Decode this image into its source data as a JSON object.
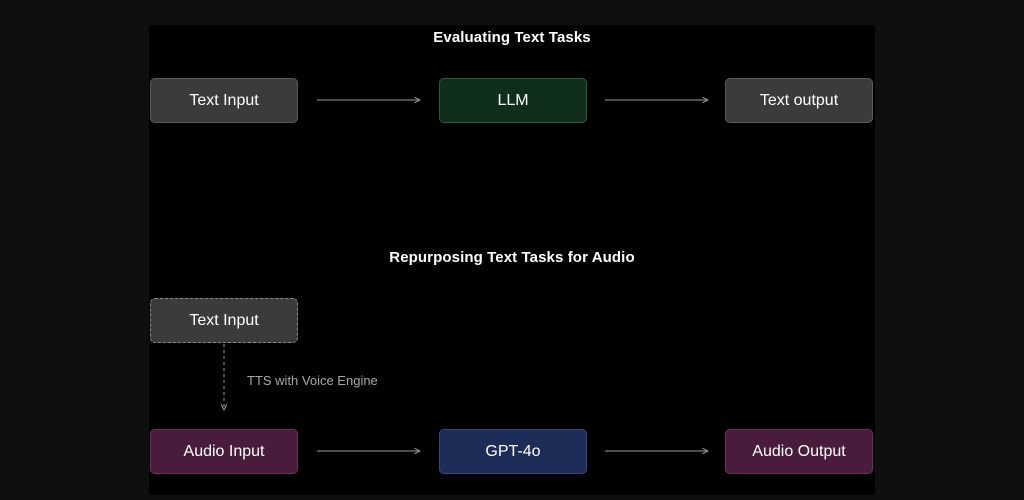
{
  "diagram": {
    "section_top": {
      "title": "Evaluating Text Tasks",
      "nodes": {
        "input": "Text Input",
        "model": "LLM",
        "output": "Text output"
      }
    },
    "section_bottom": {
      "title": "Repurposing Text Tasks for Audio",
      "nodes": {
        "text_input": "Text Input",
        "audio_input": "Audio Input",
        "model": "GPT-4o",
        "output": "Audio Output"
      },
      "edge_label": "TTS with Voice Engine"
    },
    "colors": {
      "background": "#000000",
      "gray_node": "#3b3b3b",
      "green_node": "#0f2e1c",
      "purple_node": "#4a1c3c",
      "blue_node": "#1e2d58",
      "arrow": "#9a9a9a"
    }
  }
}
